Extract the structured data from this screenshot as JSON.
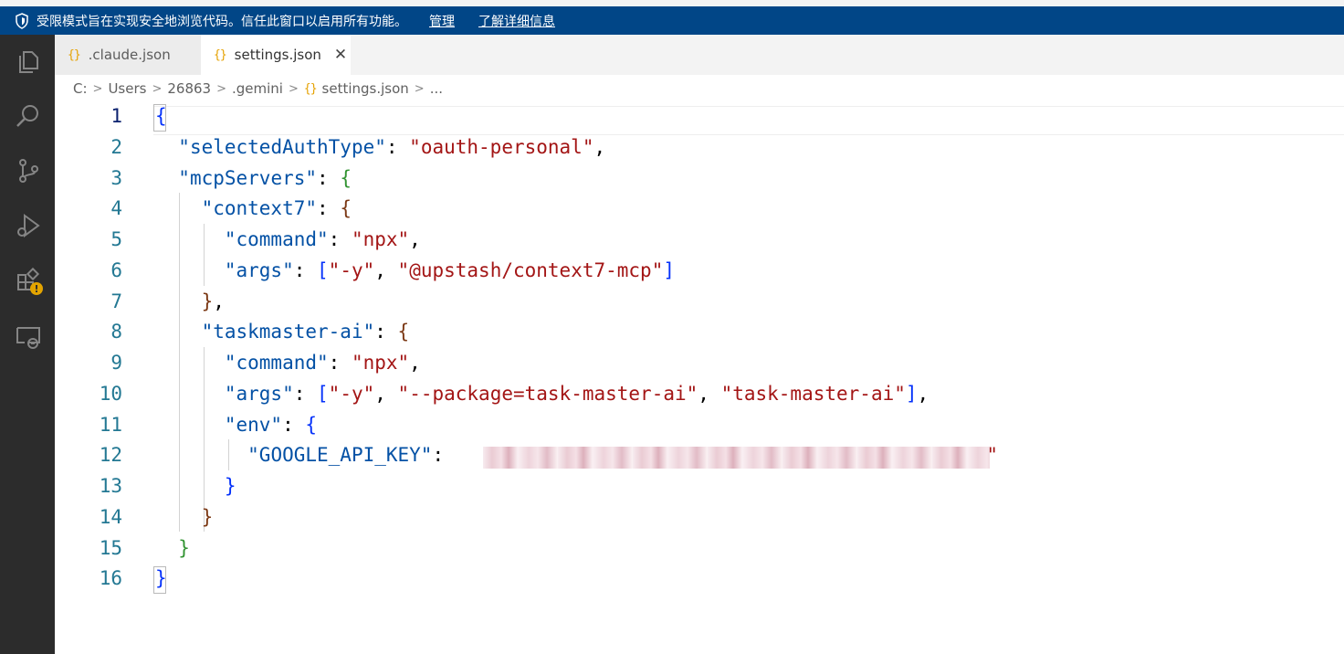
{
  "banner": {
    "message": "受限模式旨在实现安全地浏览代码。信任此窗口以启用所有功能。",
    "manage": "管理",
    "learn_more": "了解详细信息"
  },
  "activity_bar": {
    "icons": [
      "explorer-icon",
      "search-icon",
      "source-control-icon",
      "run-debug-icon",
      "extensions-icon",
      "remote-explorer-icon"
    ],
    "warning_badge": "!"
  },
  "tabs": [
    {
      "label": ".claude.json",
      "icon": "{}",
      "active": false
    },
    {
      "label": "settings.json",
      "icon": "{}",
      "active": true,
      "close": "✕"
    }
  ],
  "breadcrumb": {
    "parts": [
      "C:",
      "Users",
      "26863",
      ".gemini"
    ],
    "file_icon": "{}",
    "file": "settings.json",
    "more": "..."
  },
  "editor": {
    "current_line": 1,
    "line_numbers": [
      "1",
      "2",
      "3",
      "4",
      "5",
      "6",
      "7",
      "8",
      "9",
      "10",
      "11",
      "12",
      "13",
      "14",
      "15",
      "16"
    ],
    "lines": [
      "{",
      "  \"selectedAuthType\": \"oauth-personal\",",
      "  \"mcpServers\": {",
      "    \"context7\": {",
      "      \"command\": \"npx\",",
      "      \"args\": [\"-y\", \"@upstash/context7-mcp\"]",
      "    },",
      "    \"taskmaster-ai\": {",
      "      \"command\": \"npx\",",
      "      \"args\": [\"-y\", \"--package=task-master-ai\", \"task-master-ai\"],",
      "      \"env\": {",
      "        \"GOOGLE_API_KEY\": \"",
      "      }",
      "    }",
      "  }",
      "}"
    ],
    "tokens": {
      "l2_key": "\"selectedAuthType\"",
      "l2_val": "\"oauth-personal\"",
      "l3_key": "\"mcpServers\"",
      "l4_key": "\"context7\"",
      "l5_key": "\"command\"",
      "l5_val": "\"npx\"",
      "l6_key": "\"args\"",
      "l6_v1": "\"-y\"",
      "l6_v2": "\"@upstash/context7-mcp\"",
      "l8_key": "\"taskmaster-ai\"",
      "l9_key": "\"command\"",
      "l9_val": "\"npx\"",
      "l10_key": "\"args\"",
      "l10_v1": "\"-y\"",
      "l10_v2": "\"--package=task-master-ai\"",
      "l10_v3": "\"task-master-ai\"",
      "l11_key": "\"env\"",
      "l12_key": "\"GOOGLE_API_KEY\"",
      "l12_tail": "\""
    }
  }
}
